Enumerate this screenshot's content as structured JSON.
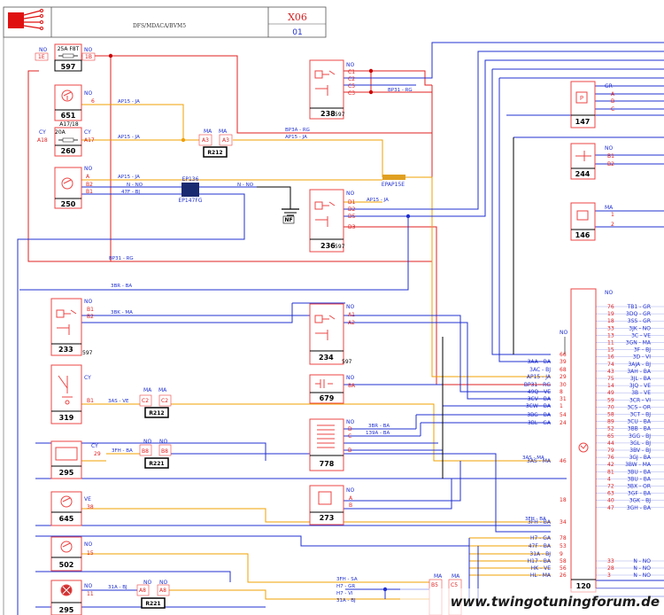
{
  "header": {
    "title": "DFS/MDACA/BVM5",
    "code": "X06",
    "page": "01"
  },
  "watermark": "www.twingotuningforum.de",
  "colors": {
    "red": "#e02020",
    "orange": "#f0a000",
    "blue": "#2030d0",
    "black": "#000000",
    "box": "#ee4444",
    "redmark": "#cc0000"
  },
  "wire_labels": {
    "ap15_ja": "AP15 - JA",
    "bp31_rg": "BP31 - RG",
    "bp3a_rg": "BP3A - RG",
    "n_no": "N - NO",
    "f47_bj": "47F - BJ",
    "br3_ba": "3BR - BA",
    "bk3_ma": "3BK - MA",
    "as3_ve": "3AS - VE",
    "fh3_ba": "3FH - BA",
    "a31_bj": "31A - BJ",
    "br3_ba_2": "3BR - BA",
    "a139_ba": "139A - BA",
    "fh3_sa": "3FH - SA",
    "h7_gr": "H7 - GR",
    "h7_vi": "H7 - VI",
    "a31_bj_2": "31A - BJ",
    "as3_ma": "3AS - MA",
    "fh3_ba_2": "3FH - BA"
  },
  "connectors": {
    "ep_top": "EP136",
    "ep_bottom": "EP147FG",
    "ground": "NF",
    "r212": "R212",
    "r221": "R221",
    "ep_splice": "EPAP15E"
  },
  "components": {
    "c597a": {
      "num": "597",
      "fuse": "25A  F8T",
      "pin_l": "NO",
      "pin_r": "NO",
      "pin_a": "1E",
      "pin_b": "1B"
    },
    "c651": {
      "num": "651",
      "pin": "NO",
      "pin2": "6"
    },
    "c260": {
      "num": "260",
      "fuse": "20A",
      "top": "A17/18",
      "pin_l": "CY",
      "pin_r": "CY",
      "pin_a": "A18",
      "pin_b": "A17"
    },
    "c250": {
      "num": "250",
      "pins": [
        "NO",
        "A",
        "B2",
        "B1"
      ]
    },
    "c238": {
      "num": "238",
      "sub": "597",
      "pins": [
        "NO",
        "C1",
        "C2",
        "C5",
        "C3"
      ]
    },
    "c236": {
      "num": "236",
      "sub": "597",
      "pins": [
        "NO",
        "D1",
        "D2",
        "D5",
        "D3"
      ]
    },
    "c147": {
      "num": "147",
      "pins": [
        "GR",
        "A",
        "B",
        "C"
      ]
    },
    "c244": {
      "num": "244",
      "pins": [
        "NO",
        "B1",
        "B2"
      ]
    },
    "c146": {
      "num": "146",
      "pins": [
        "MA",
        "1",
        "2"
      ]
    },
    "c233": {
      "num": "233",
      "sub": "597",
      "pins": [
        "NO",
        "B1",
        "B2"
      ]
    },
    "c234": {
      "num": "234",
      "sub": "597",
      "pins": [
        "NO",
        "A1",
        "A2"
      ]
    },
    "c319": {
      "num": "319",
      "pins": [
        "CY",
        "B1"
      ]
    },
    "c679": {
      "num": "679",
      "pins": [
        "NO",
        "8A"
      ]
    },
    "c778": {
      "num": "778",
      "pins": [
        "NO",
        "D",
        "C",
        "B"
      ]
    },
    "c295a": {
      "num": "295",
      "pins": [
        "CY",
        "29"
      ]
    },
    "c273": {
      "num": "273",
      "pins": [
        "NO",
        "A",
        "B"
      ]
    },
    "c645": {
      "num": "645",
      "pins": [
        "VE",
        "38"
      ]
    },
    "c502": {
      "num": "502",
      "pins": [
        "NO",
        "15"
      ]
    },
    "c295b": {
      "num": "295",
      "pins": [
        "NO",
        "11"
      ]
    },
    "c120": {
      "num": "120",
      "pin_top": "NO",
      "pin_left": "NO"
    }
  },
  "r212_pins": [
    "MA",
    "MA",
    "A3",
    "A3"
  ],
  "r212b_pins": [
    "MA",
    "MA",
    "C2",
    "C2"
  ],
  "r221_pins": [
    "NO",
    "NO",
    "B8",
    "B8"
  ],
  "r221b_pins": [
    "NO",
    "NO",
    "A8",
    "A8"
  ],
  "ecu_left": [
    {
      "pin": "66",
      "label": ""
    },
    {
      "pin": "39",
      "label": "3AA - BA"
    },
    {
      "pin": "68",
      "label": "3AC - BJ"
    },
    {
      "pin": "29",
      "label": "AP15 - JA"
    },
    {
      "pin": "30",
      "label": "BP31 - RG"
    },
    {
      "pin": "8",
      "label": "49Q - VE"
    },
    {
      "pin": "31",
      "label": "3CV - BA"
    },
    {
      "pin": "1",
      "label": "3CW - BA"
    },
    {
      "pin": "54",
      "label": "3BG - BA"
    },
    {
      "pin": "24",
      "label": "3BL - GA"
    },
    {
      "pin": "46",
      "label": "3AS - MA"
    },
    {
      "pin": "18",
      "label": ""
    },
    {
      "pin": "34",
      "label": "3FH - BA"
    },
    {
      "pin": "78",
      "label": "H7 - GA"
    },
    {
      "pin": "53",
      "label": "47F - BA"
    },
    {
      "pin": "9",
      "label": "31A - BJ"
    },
    {
      "pin": "58",
      "label": "H17 - BA"
    },
    {
      "pin": "56",
      "label": "HK - VE"
    },
    {
      "pin": "26",
      "label": "HL - MA"
    }
  ],
  "ecu_right": [
    {
      "pin": "76",
      "label": "TB1 - GR"
    },
    {
      "pin": "19",
      "label": "3DQ - GR"
    },
    {
      "pin": "18",
      "label": "3SS - GR"
    },
    {
      "pin": "33",
      "label": "3JK - NO"
    },
    {
      "pin": "13",
      "label": "3C - VE"
    },
    {
      "pin": "11",
      "label": "3GN - MA"
    },
    {
      "pin": "15",
      "label": "3F - BJ"
    },
    {
      "pin": "16",
      "label": "3D - VI"
    },
    {
      "pin": "74",
      "label": "3AJA - BJ"
    },
    {
      "pin": "43",
      "label": "3AH - BA"
    },
    {
      "pin": "75",
      "label": "3JL - BA"
    },
    {
      "pin": "14",
      "label": "3JQ - VE"
    },
    {
      "pin": "49",
      "label": "3B - VE"
    },
    {
      "pin": "59",
      "label": "3CR - VI"
    },
    {
      "pin": "70",
      "label": "3CS - OR"
    },
    {
      "pin": "58",
      "label": "3CT - BJ"
    },
    {
      "pin": "89",
      "label": "3CU - BA"
    },
    {
      "pin": "52",
      "label": "3BB - BA"
    },
    {
      "pin": "65",
      "label": "3GG - BJ"
    },
    {
      "pin": "44",
      "label": "3GL - BJ"
    },
    {
      "pin": "79",
      "label": "3BV - BJ"
    },
    {
      "pin": "76",
      "label": "3GJ - BA"
    },
    {
      "pin": "42",
      "label": "3BW - MA"
    },
    {
      "pin": "81",
      "label": "3BU - BA"
    },
    {
      "pin": "4",
      "label": "3BU - BA"
    },
    {
      "pin": "72",
      "label": "3BX - OR"
    },
    {
      "pin": "63",
      "label": "3GF - BA"
    },
    {
      "pin": "40",
      "label": "3GK - BJ"
    },
    {
      "pin": "47",
      "label": "3GH - BA"
    },
    {
      "pin": "33",
      "label": "N - NO"
    },
    {
      "pin": "28",
      "label": "N - NO"
    },
    {
      "pin": "3",
      "label": "N - NO"
    }
  ],
  "bottom_conn": {
    "pins": [
      "MA",
      "MA",
      "B5",
      "C5"
    ]
  }
}
